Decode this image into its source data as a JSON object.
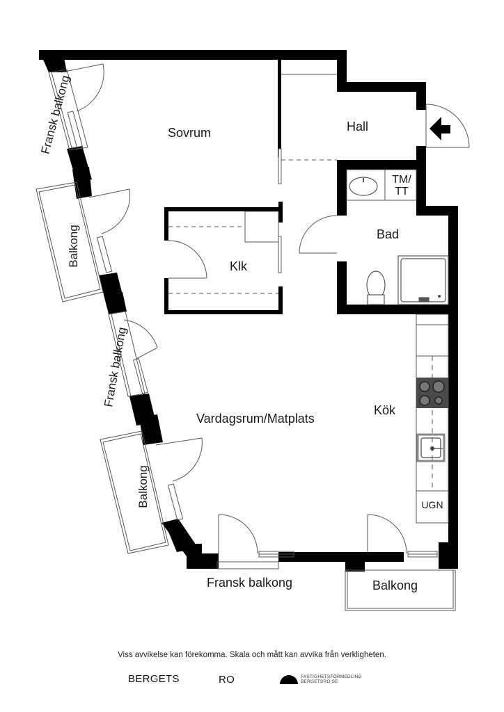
{
  "floorplan": {
    "rooms": {
      "sovrum": "Sovrum",
      "hall": "Hall",
      "bad": "Bad",
      "tmtt_line1": "TM/",
      "tmtt_line2": "TT",
      "klk": "Klk",
      "vardagsrum": "Vardagsrum/Matplats",
      "kok": "Kök",
      "ugn": "UGN"
    },
    "balconies": {
      "fransk_top_left": "Fransk balkong",
      "balkong_left_upper": "Balkong",
      "fransk_mid_left": "Fransk balkong",
      "balkong_left_lower": "Balkong",
      "fransk_bottom": "Fransk balkong",
      "balkong_bottom": "Balkong"
    },
    "icons": {
      "entrance": "entrance-arrow-icon",
      "sink": "washbasin-icon",
      "toilet": "toilet-icon",
      "shower": "shower-icon",
      "stove": "stove-icon",
      "kitchen_sink": "kitchen-sink-icon"
    },
    "colors": {
      "wall": "#000000",
      "line": "#555555",
      "stove": "#4a4a4a"
    }
  },
  "footer": {
    "disclaimer": "Viss avvikelse kan förekomma. Skala och mått kan avvika från verkligheten.",
    "brand_left": "BERGETS",
    "brand_right": "RO",
    "brand_right_mark": "˙",
    "agency_line1": "FASTIGHETSFÖRMEDLING",
    "agency_line2": "BERGETSRO.SE"
  }
}
